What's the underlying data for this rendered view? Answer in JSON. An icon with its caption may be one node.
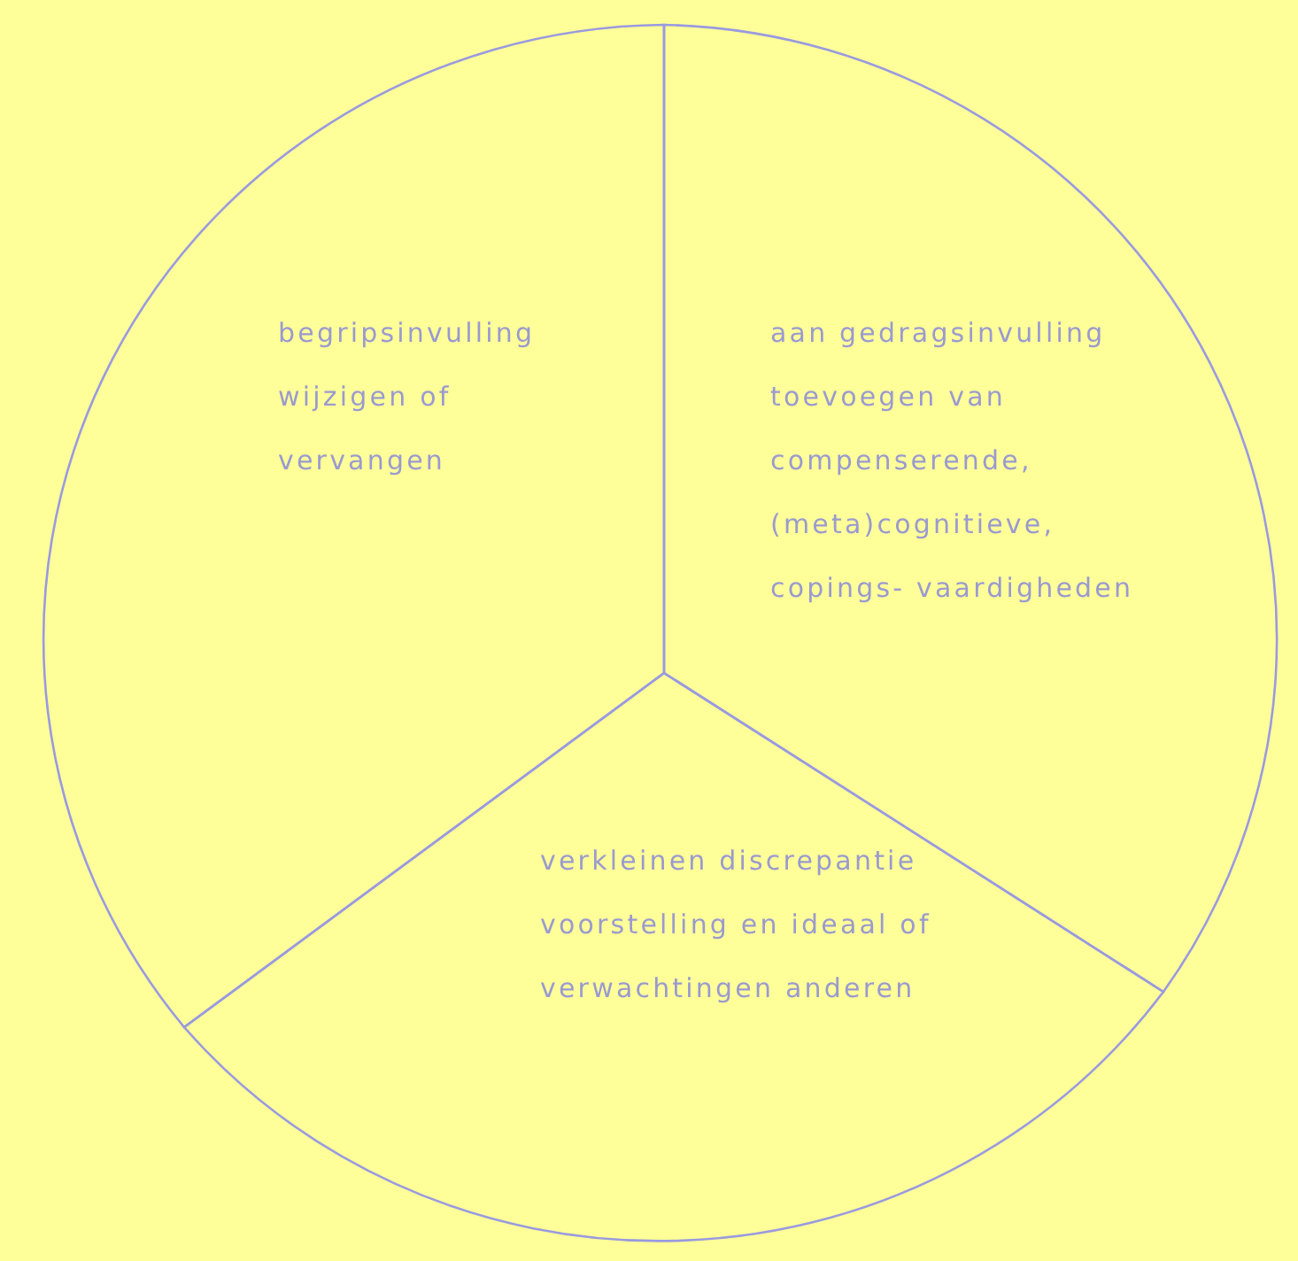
{
  "diagram": {
    "nodes": [
      {
        "text": [
          "begripsinvulling wijzigen of vervangen"
        ]
      },
      {
        "text": [
          "aan gedragsinvulling toevoegen van compenserende, (meta)cognitieve, copings- vaardigheden"
        ]
      },
      {
        "text": [
          "verkleinen discrepantie voorstelling en ideaal of verwachtingen anderen"
        ]
      }
    ]
  }
}
